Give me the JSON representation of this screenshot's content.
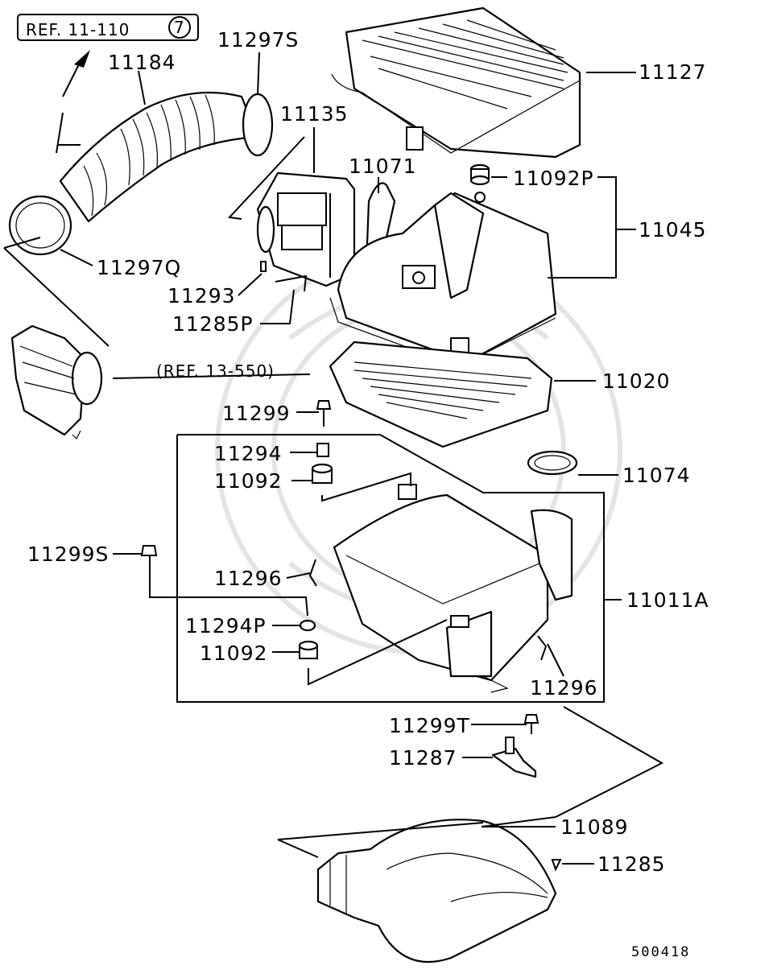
{
  "ref_box": {
    "text": "REF. 11-110",
    "circle_num": "7"
  },
  "ref_inline": "(REF. 13-550)",
  "parts": {
    "p11184": "11184",
    "p11297S": "11297S",
    "p11135": "11135",
    "p11071": "11071",
    "p11127": "11127",
    "p11092P": "11092P",
    "p11045": "11045",
    "p11297Q": "11297Q",
    "p11293": "11293",
    "p11285P": "11285P",
    "p11020": "11020",
    "p11299": "11299",
    "p11294": "11294",
    "p11092a": "11092",
    "p11074": "11074",
    "p11299S": "11299S",
    "p11296a": "11296",
    "p11011A": "11011A",
    "p11294P": "11294P",
    "p11092b": "11092",
    "p11296b": "11296",
    "p11299T": "11299T",
    "p11287": "11287",
    "p11089": "11089",
    "p11285": "11285"
  },
  "diagram_code": "500418",
  "icons": [
    "arrow-icon"
  ]
}
